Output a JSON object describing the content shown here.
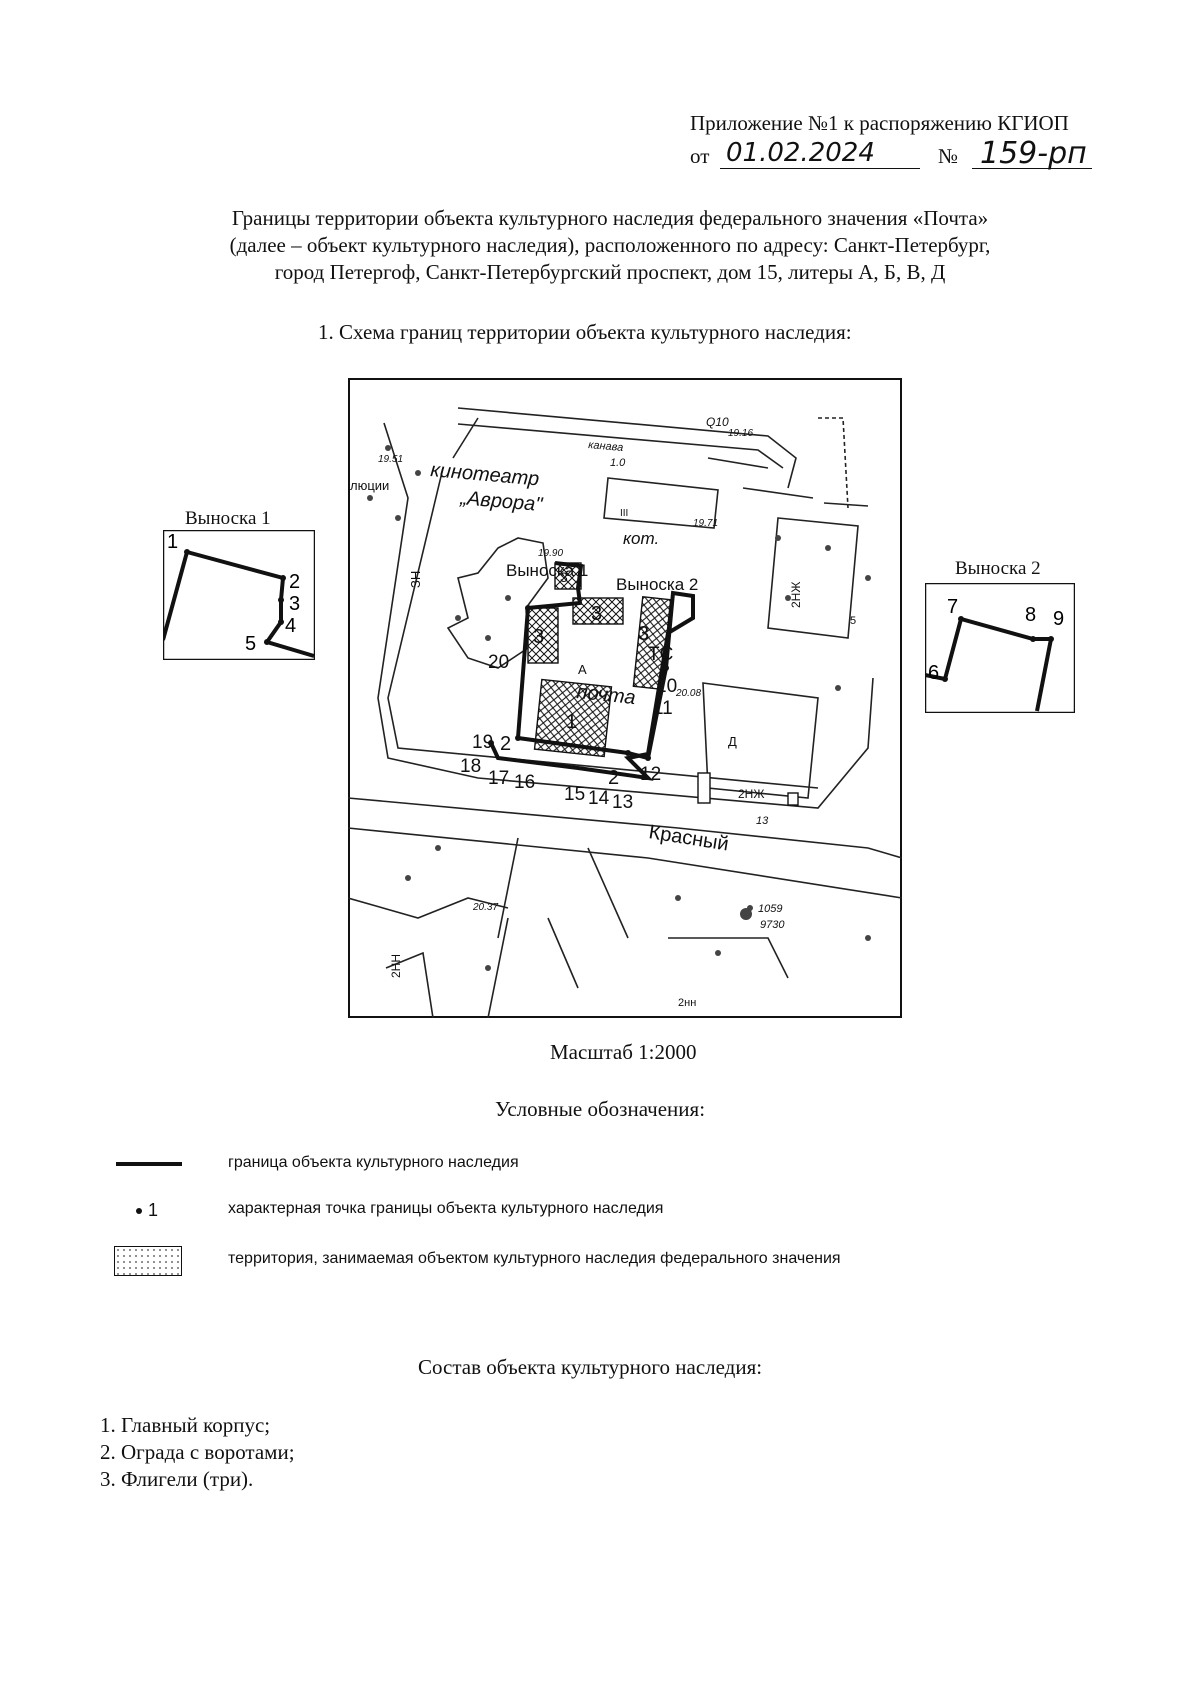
{
  "header": {
    "line1": "Приложение №1 к распоряжению КГИОП",
    "from_label": "от",
    "date": "01.02.2024",
    "number_label": "№",
    "number": "159-рп"
  },
  "title": {
    "line1": "Границы территории объекта культурного наследия федерального значения «Почта»",
    "line2": "(далее – объект культурного наследия),  расположенного по адресу: Санкт-Петербург,",
    "line3": "город Петергоф, Санкт-Петербургский проспект, дом 15, литеры А, Б, В, Д"
  },
  "scheme_heading": "1.  Схема границ территории объекта культурного наследия:",
  "callout1": {
    "label": "Выноска 1",
    "points": [
      "1",
      "2",
      "3",
      "4",
      "5"
    ]
  },
  "callout2": {
    "label": "Выноска 2",
    "points": [
      "6",
      "7",
      "8",
      "9"
    ]
  },
  "map": {
    "labels": {
      "cinema": "кинотеатр",
      "cinema_name": "„Аврора\"",
      "post": "почта",
      "street": "Красный",
      "callout1": "Выноска 1",
      "callout2": "Выноска 2",
      "kot": "кот.",
      "ts": "ТС",
      "kanava": "канава",
      "h1": "19.51",
      "h2": "19.90",
      "h3": "19.71",
      "h4": "19.16",
      "h5": "20.08",
      "h6": "20.37",
      "h7": "1.0",
      "h8": "Q10",
      "zn": "ЗН",
      "house1": "2НЖ",
      "house2": "2НЖ",
      "house3": "2НН",
      "house4": "2нн",
      "lyutsii": "люции",
      "num13": "13",
      "num5": "5",
      "num1059": "1059",
      "num9730": "9730",
      "letter_a": "А",
      "letter_d": "Д",
      "roman3": "III"
    },
    "objects": [
      "1",
      "2",
      "2",
      "3",
      "3",
      "3",
      "3"
    ],
    "points": [
      "10",
      "11",
      "12",
      "13",
      "14",
      "15",
      "16",
      "17",
      "18",
      "19",
      "20"
    ]
  },
  "scale": "Масштаб 1:2000",
  "legend": {
    "title": "Условные обозначения:",
    "items": [
      {
        "symbol": "line",
        "text": "граница объекта культурного наследия"
      },
      {
        "symbol": "point",
        "point_label": "1",
        "text": "характерная точка границы объекта культурного наследия"
      },
      {
        "symbol": "area",
        "text": "территория, занимаемая объектом культурного наследия федерального значения"
      }
    ]
  },
  "composition": {
    "title": "Состав объекта культурного наследия:",
    "items": [
      "1. Главный корпус;",
      "2. Ограда с воротами;",
      "3. Флигели (три)."
    ]
  }
}
